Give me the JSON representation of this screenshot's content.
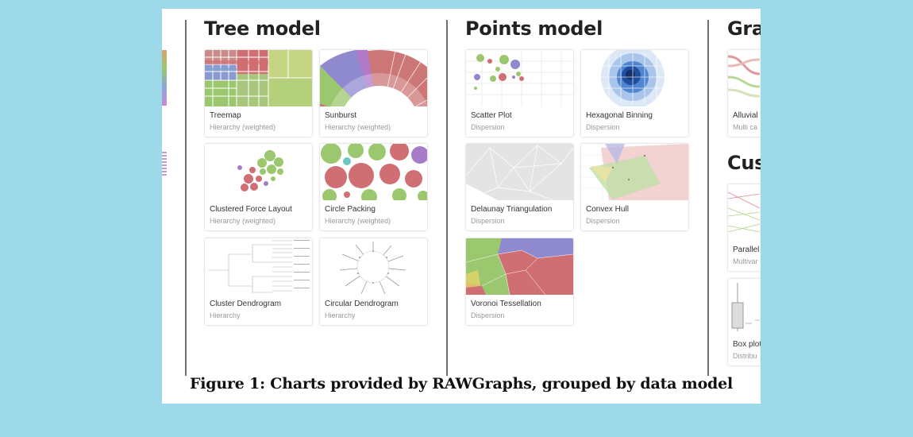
{
  "sections": {
    "tree": {
      "title": "Tree model"
    },
    "points": {
      "title": "Points model"
    },
    "graph": {
      "title": "Gra"
    },
    "custom": {
      "title": "Cus"
    }
  },
  "cards": {
    "treemap": {
      "name": "Treemap",
      "type": "Hierarchy (weighted)"
    },
    "sunburst": {
      "name": "Sunburst",
      "type": "Hierarchy (weighted)"
    },
    "clustered_force": {
      "name": "Clustered Force Layout",
      "type": "Hierarchy (weighted)"
    },
    "circle_packing": {
      "name": "Circle Packing",
      "type": "Hierarchy (weighted)"
    },
    "cluster_dendrogram": {
      "name": "Cluster Dendrogram",
      "type": "Hierarchy"
    },
    "circular_dendrogram": {
      "name": "Circular Dendrogram",
      "type": "Hierarchy"
    },
    "scatter": {
      "name": "Scatter Plot",
      "type": "Dispersion"
    },
    "hexbin": {
      "name": "Hexagonal Binning",
      "type": "Dispersion"
    },
    "delaunay": {
      "name": "Delaunay Triangulation",
      "type": "Dispersion"
    },
    "convex_hull": {
      "name": "Convex Hull",
      "type": "Dispersion"
    },
    "voronoi": {
      "name": "Voronoi Tessellation",
      "type": "Dispersion"
    },
    "alluvial": {
      "name": "Alluvial",
      "type": "Multi ca"
    },
    "parallel": {
      "name": "Parallel",
      "type": "Multivar"
    },
    "boxplot": {
      "name": "Box plot",
      "type": "Distribu"
    }
  },
  "caption": "Figure 1: Charts provided by RAWGraphs, grouped by data model",
  "colors": {
    "background": "#9dd9e9",
    "green": "#9bc86e",
    "red": "#d07272",
    "blue": "#7b7fcf",
    "purple": "#a67bc7",
    "yellow": "#e3d36a",
    "teal": "#6fc7c0"
  }
}
